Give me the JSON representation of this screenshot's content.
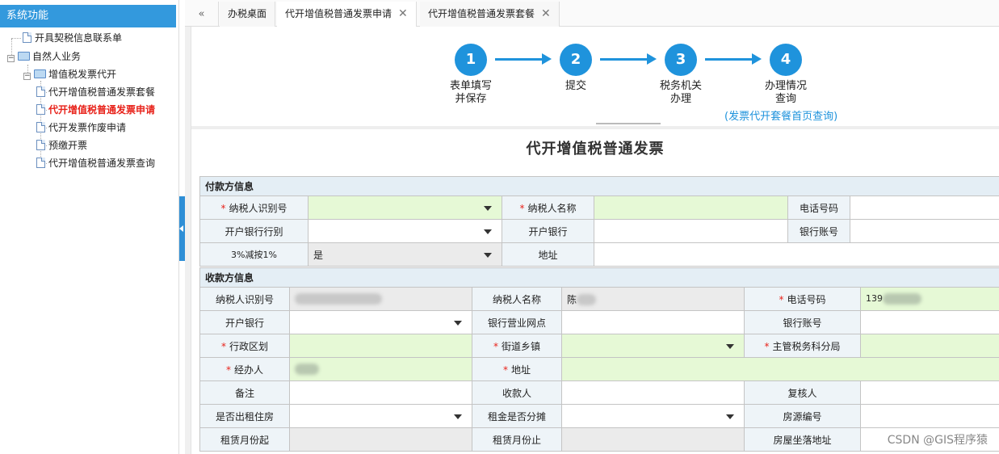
{
  "sidebar": {
    "header": "系统功能",
    "items": [
      {
        "label": "开具契税信息联系单"
      },
      {
        "label": "自然人业务"
      },
      {
        "label": "增值税发票代开"
      },
      {
        "label": "代开增值税普通发票套餐"
      },
      {
        "label": "代开增值税普通发票申请"
      },
      {
        "label": "代开发票作废申请"
      },
      {
        "label": "预缴开票"
      },
      {
        "label": "代开增值税普通发票查询"
      }
    ]
  },
  "tabs": {
    "back": "«",
    "items": [
      {
        "label": "办税桌面"
      },
      {
        "label": "代开增值税普通发票申请",
        "close": "✕"
      },
      {
        "label": "代开增值税普通发票套餐",
        "close": "✕"
      }
    ]
  },
  "steps": [
    {
      "num": "1",
      "line1": "表单填写",
      "line2": "并保存"
    },
    {
      "num": "2",
      "line1": "提交",
      "line2": ""
    },
    {
      "num": "3",
      "line1": "税务机关",
      "line2": "办理"
    },
    {
      "num": "4",
      "line1": "办理情况",
      "line2": "查询"
    }
  ],
  "step_link": "(发票代开套餐首页查询)",
  "form_title": "代开增值税普通发票",
  "payer": {
    "section": "付款方信息",
    "taxpayer_id": "纳税人识别号",
    "taxpayer_name": "纳税人名称",
    "phone": "电话号码",
    "bank_type": "开户银行行别",
    "bank": "开户银行",
    "account": "银行账号",
    "reduce": "3%减按1%",
    "reduce_value": "是",
    "address": "地址"
  },
  "payee": {
    "section": "收款方信息",
    "taxpayer_id": "纳税人识别号",
    "taxpayer_name": "纳税人名称",
    "name_value": "陈",
    "phone": "电话号码",
    "phone_value": "139",
    "bank": "开户银行",
    "bank_branch": "银行营业网点",
    "account": "银行账号",
    "district": "行政区划",
    "street": "街道乡镇",
    "tax_bureau": "主管税务科分局",
    "handler": "经办人",
    "address": "地址",
    "remark": "备注",
    "payee": "收款人",
    "reviewer": "复核人",
    "rent_house": "是否出租住房",
    "rent_split": "租金是否分摊",
    "house_no": "房源编号",
    "rent_from": "租赁月份起",
    "rent_to": "租赁月份止",
    "house_addr": "房屋坐落地址"
  },
  "watermark": "CSDN @GIS程序猿",
  "colors": {
    "accent": "#1f93dc",
    "required": "#e8231b",
    "field_green": "#e6f9d6"
  }
}
